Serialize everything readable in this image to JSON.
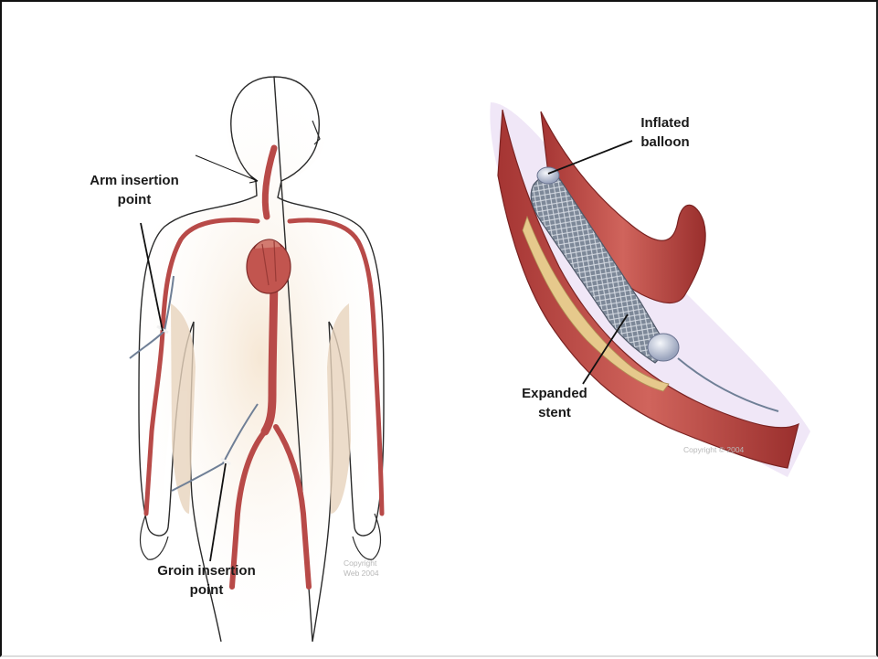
{
  "labels": {
    "arm": "Arm insertion\npoint",
    "groin": "Groin insertion\npoint",
    "balloon": "Inflated\nballoon",
    "stent": "Expanded\nstent"
  },
  "copyright": {
    "body": "Copyright\nWeb 2004",
    "vessel": "Copyright © 2004"
  },
  "colors": {
    "artery": "#b84a48",
    "artery_dark": "#8c2f2e",
    "skin_glow": "#e8c9a4",
    "stent": "#8f9aa8",
    "balloon": "#cfd6e6"
  }
}
